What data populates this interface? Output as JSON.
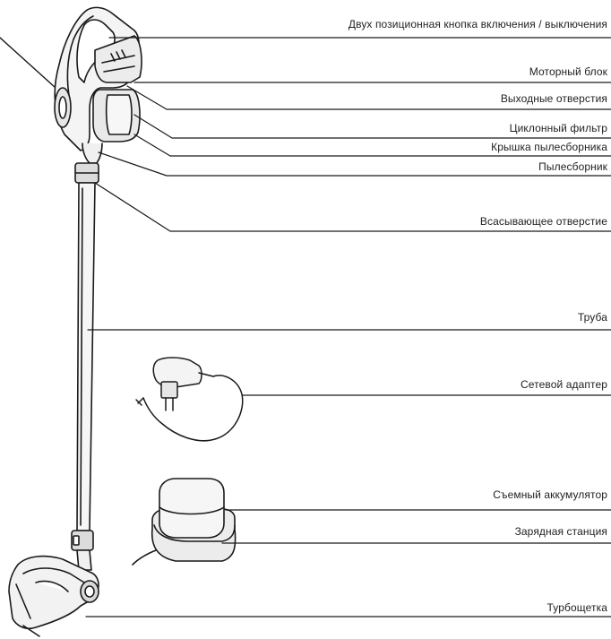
{
  "labels": {
    "power_button": "Двух позиционная кнопка включения / выключения",
    "motor_unit": "Моторный блок",
    "exhaust_holes": "Выходные отверстия",
    "cyclone_filter": "Циклонный фильтр",
    "dust_bin_lid": "Крышка пылесборника",
    "dust_bin": "Пылесборник",
    "suction_inlet": "Всасывающее отверстие",
    "tube": "Труба",
    "power_adapter": "Сетевой адаптер",
    "removable_battery": "Съемный аккумулятор",
    "charging_station": "Зарядная станция",
    "turbo_brush": "Турбощетка"
  },
  "colors": {
    "line": "#1a1a1a",
    "text": "#222222"
  }
}
